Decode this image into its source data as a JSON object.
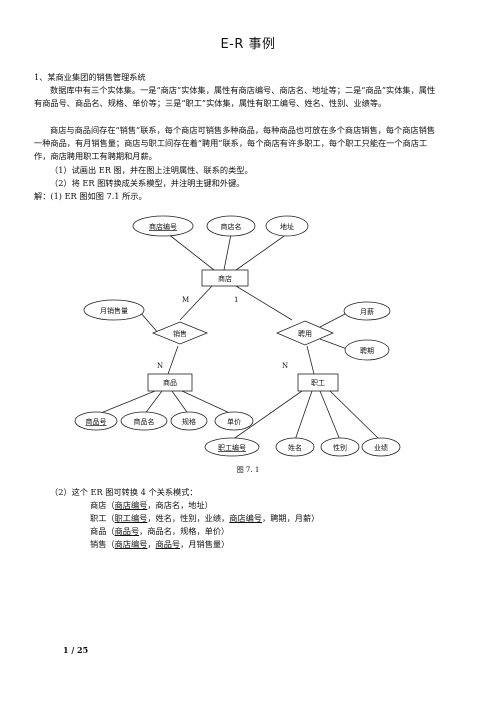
{
  "title": "E-R 事例",
  "problem": {
    "line1": "1、某商业集团的销售管理系统",
    "para1": "数据库中有三个实体集。一是“商店”实体集，属性有商店编号、商店名、地址等；二是“商品”实体集，属性有商品号、商品名、规格、单价等；三是“职工”实体集，属性有职工编号、姓名、性别、业绩等。",
    "para2": "商店与商品间存在“销售”联系，每个商店可销售多种商品，每种商品也可放在多个商店销售，每个商店销售一种商品，有月销售量；商店与职工间存在着“聘用”联系，每个商店有许多职工，每个职工只能在一个商店工作，商店聘用职工有聘期和月薪。",
    "q1": "（1）试画出 ER 图，并在图上注明属性、联系的类型。",
    "q2": "（2）将 ER 图转换成关系模型，并注明主键和外键。",
    "answer": "解：(1) ER 图如图 7.1 所示。"
  },
  "diagram": {
    "entities": {
      "store": "商店",
      "goods": "商品",
      "staff": "职工"
    },
    "relations": {
      "sale": "销售",
      "hire": "聘用"
    },
    "attributes": {
      "store_no": "商店编号",
      "store_name": "商店名",
      "address": "地址",
      "monthly_sales": "月销售量",
      "monthly_salary": "月薪",
      "term": "聘期",
      "goods_no": "商品号",
      "goods_name": "商品名",
      "spec": "规格",
      "price": "单价",
      "staff_no": "职工编号",
      "staff_name": "姓名",
      "gender": "性别",
      "performance": "业绩"
    },
    "cardinality": {
      "m": "M",
      "one": "1",
      "n1": "N",
      "n2": "N"
    },
    "caption": "图 7. 1"
  },
  "schema": {
    "intro": "（2）这个 ER 图可转换 4 个关系模式：",
    "store": {
      "name": "商店（",
      "pk": "商店编号",
      "rest": "，商店名，地址）"
    },
    "staff": {
      "name": "职工（",
      "pk": "职工编号",
      "mid": "，姓名，性别，业绩，",
      "fk": "商店编号",
      "rest": "，聘期，月薪）"
    },
    "goods": {
      "name": "商品（",
      "pk": "商品号",
      "rest": "，商品名，规格，单价）"
    },
    "sale": {
      "name": "销售（",
      "pk1": "商店编号",
      "sep": "，",
      "pk2": "商品号",
      "rest": "，月销售量）"
    }
  },
  "footer": "1 / 25"
}
